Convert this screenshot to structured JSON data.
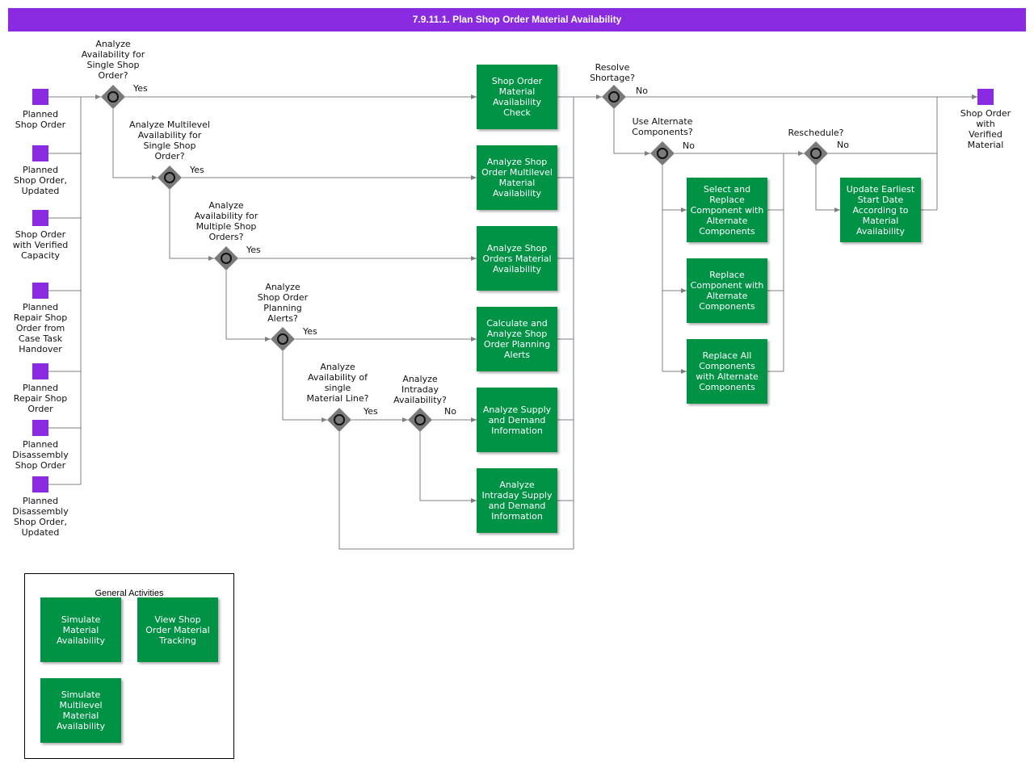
{
  "title": "7.9.11.1. Plan Shop Order Material Availability",
  "events": {
    "planned_shop_order": "Planned\nShop Order",
    "planned_shop_order_updated": "Planned\nShop Order,\nUpdated",
    "shop_order_verified_capacity": "Shop Order\nwith Verified\nCapacity",
    "planned_repair_case_task": "Planned\nRepair Shop\nOrder from\nCase Task\nHandover",
    "planned_repair": "Planned\nRepair Shop\nOrder",
    "planned_disassembly": "Planned\nDisassembly\nShop Order",
    "planned_disassembly_updated": "Planned\nDisassembly\nShop Order,\nUpdated",
    "shop_order_verified_material": "Shop Order\nwith\nVerified\nMaterial"
  },
  "gateways": {
    "g1": "Analyze\nAvailability for\nSingle Shop\nOrder?",
    "g2": "Analyze Multilevel\nAvailability for\nSingle Shop\nOrder?",
    "g3": "Analyze\nAvailability for\nMultiple Shop\nOrders?",
    "g4": "Analyze\nShop Order\nPlanning\nAlerts?",
    "g5": "Analyze\nAvailability of\nsingle\nMaterial Line?",
    "g6": "Analyze\nIntraday\nAvailability?",
    "g7": "Resolve\nShortage?",
    "g8": "Use Alternate\nComponents?",
    "g9": "Reschedule?"
  },
  "flows": {
    "yes": "Yes",
    "no": "No"
  },
  "activities": {
    "a1": "Shop Order\nMaterial\nAvailability\nCheck",
    "a2": "Analyze Shop\nOrder Multilevel\nMaterial\nAvailability",
    "a3": "Analyze Shop\nOrders Material\nAvailability",
    "a4": "Calculate and\nAnalyze Shop\nOrder Planning\nAlerts",
    "a5": "Analyze Supply\nand Demand\nInformation",
    "a6": "Analyze\nIntraday Supply\nand Demand\nInformation",
    "a7": "Select and\nReplace\nComponent with\nAlternate\nComponents",
    "a8": "Replace\nComponent with\nAlternate\nComponents",
    "a9": "Replace All\nComponents\nwith Alternate\nComponents",
    "a10": "Update Earliest\nStart Date\nAccording to\nMaterial\nAvailability"
  },
  "general": {
    "title": "General Activities",
    "g1": "Simulate\nMaterial\nAvailability",
    "g2": "View Shop\nOrder Material\nTracking",
    "g3": "Simulate\nMultilevel\nMaterial\nAvailability"
  },
  "colors": {
    "title_bar": "#8a2be2",
    "event": "#8a2be2",
    "activity": "#009245",
    "gateway": "#808080",
    "connector": "#7f7f7f"
  }
}
